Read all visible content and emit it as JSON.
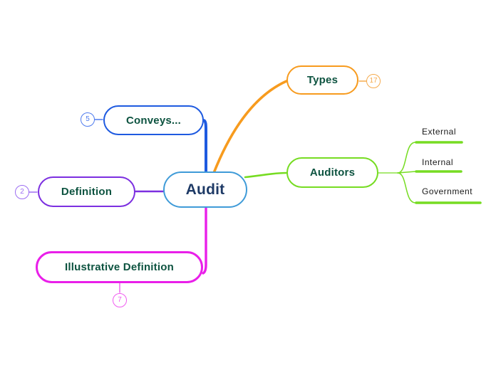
{
  "colors": {
    "canvas": "#ffffff",
    "root-border": "#3f9bd8",
    "root-text": "#1e3a66",
    "node-text": "#0d5340",
    "blue": "#1e5ae0",
    "orange": "#f79b1e",
    "green": "#76dc22",
    "purple": "#7c2fe0",
    "magenta": "#e91fe9",
    "badge-blue": "#4f7bee",
    "badge-orange": "#f5ab4f",
    "badge-purple": "#9d6ef2",
    "badge-magenta": "#f05cf0",
    "label-text": "#1a1a1a"
  },
  "map": {
    "root": {
      "label": "Audit"
    },
    "branches": {
      "types": {
        "label": "Types",
        "badge": "17"
      },
      "conveys": {
        "label": "Conveys...",
        "badge": "5"
      },
      "auditors": {
        "label": "Auditors"
      },
      "definition": {
        "label": "Definition",
        "badge": "2"
      },
      "illustrative": {
        "label": "Illustrative Definition",
        "badge": "7"
      }
    },
    "auditors_children": [
      {
        "label": "External"
      },
      {
        "label": "Internal"
      },
      {
        "label": "Government"
      }
    ]
  }
}
